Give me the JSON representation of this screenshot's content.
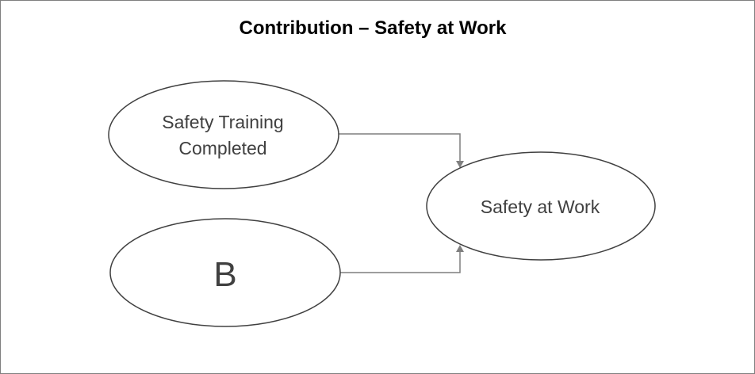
{
  "title": "Contribution – Safety at Work",
  "nodes": {
    "training": {
      "lines": [
        "Safety Training",
        "Completed"
      ]
    },
    "b": {
      "label": "B"
    },
    "safety": {
      "label": "Safety at Work"
    }
  },
  "colors": {
    "border": "#7f7f7f",
    "ellipse_stroke": "#404040",
    "arrow": "#7f7f7f",
    "text": "#404040",
    "title": "#000000"
  }
}
